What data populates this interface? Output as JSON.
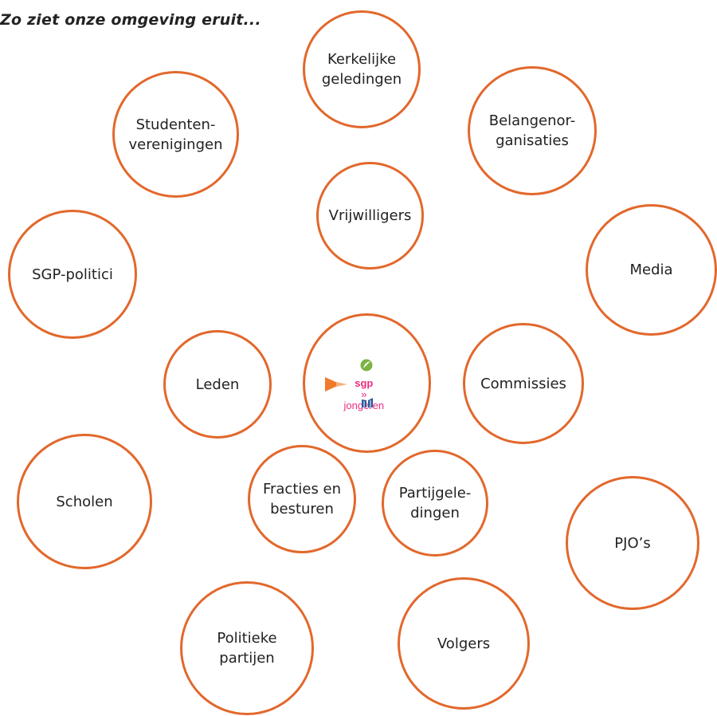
{
  "heading": "Zo ziet onze omgeving eruit...",
  "colors": {
    "circle_stroke": "#e2682c",
    "logo_pink": "#ea2d7e",
    "logo_green": "#7cb342",
    "logo_orange": "#f07b2b",
    "logo_blue": "#2e5a9a"
  },
  "logo": {
    "brand": "sgp",
    "separator": "»",
    "suffix": "jongeren"
  },
  "nodes": {
    "kerkelijke_geledingen": [
      "Kerkelijke",
      "geledingen"
    ],
    "studentenverenigingen": [
      "Studenten-",
      "verenigingen"
    ],
    "belangenorganisaties": [
      "Belangenor-",
      "ganisaties"
    ],
    "vrijwilligers": [
      "Vrijwilligers"
    ],
    "sgp_politici": [
      "SGP-politici"
    ],
    "media": [
      "Media"
    ],
    "leden": [
      "Leden"
    ],
    "commissies": [
      "Commissies"
    ],
    "scholen": [
      "Scholen"
    ],
    "fracties_en_besturen": [
      "Fracties en",
      "besturen"
    ],
    "partijgeledingen": [
      "Partijgele-",
      "dingen"
    ],
    "pjos": [
      "PJO’s"
    ],
    "politieke_partijen": [
      "Politieke",
      "partijen"
    ],
    "volgers": [
      "Volgers"
    ]
  }
}
